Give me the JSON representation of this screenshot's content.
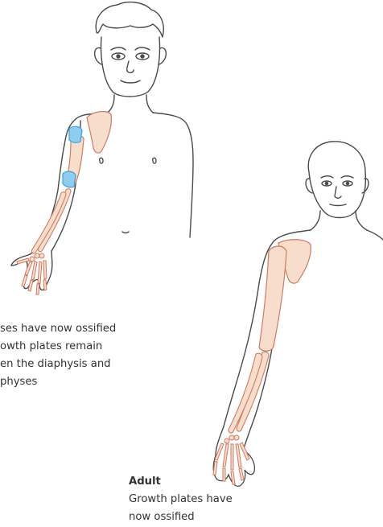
{
  "colors": {
    "outline": "#4a4a4a",
    "bone_fill": "#f7ddcc",
    "bone_stroke": "#d07a62",
    "growth_plate": "#8ecdf0",
    "growth_plate_stroke": "#3aa0d8",
    "text": "#333333"
  },
  "child_caption": {
    "lines": [
      "ses have now ossified",
      "owth plates remain",
      "en the diaphysis and",
      "physes"
    ]
  },
  "adult_caption": {
    "title": "Adult",
    "lines": [
      "Growth plates have",
      "now ossified"
    ]
  }
}
